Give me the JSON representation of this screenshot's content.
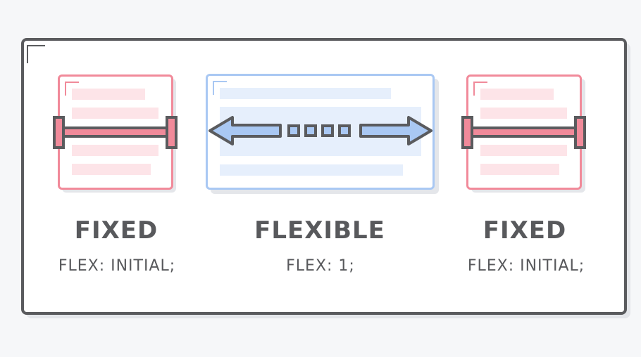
{
  "colors": {
    "frame": "#5a5b5e",
    "fixed_border": "#f18a9a",
    "fixed_fill": "#fde4e8",
    "flexible_border": "#a9c8f3",
    "flexible_fill": "#e6effc",
    "text": "#58595c"
  },
  "columns": [
    {
      "title": "FIXED",
      "code": "FLEX: INITIAL;"
    },
    {
      "title": "FLEXIBLE",
      "code": "FLEX: 1;"
    },
    {
      "title": "FIXED",
      "code": "FLEX: INITIAL;"
    }
  ],
  "icons": {
    "fixed_width": "fixed-width-bracket-icon",
    "flexible_width": "double-arrow-icon"
  }
}
